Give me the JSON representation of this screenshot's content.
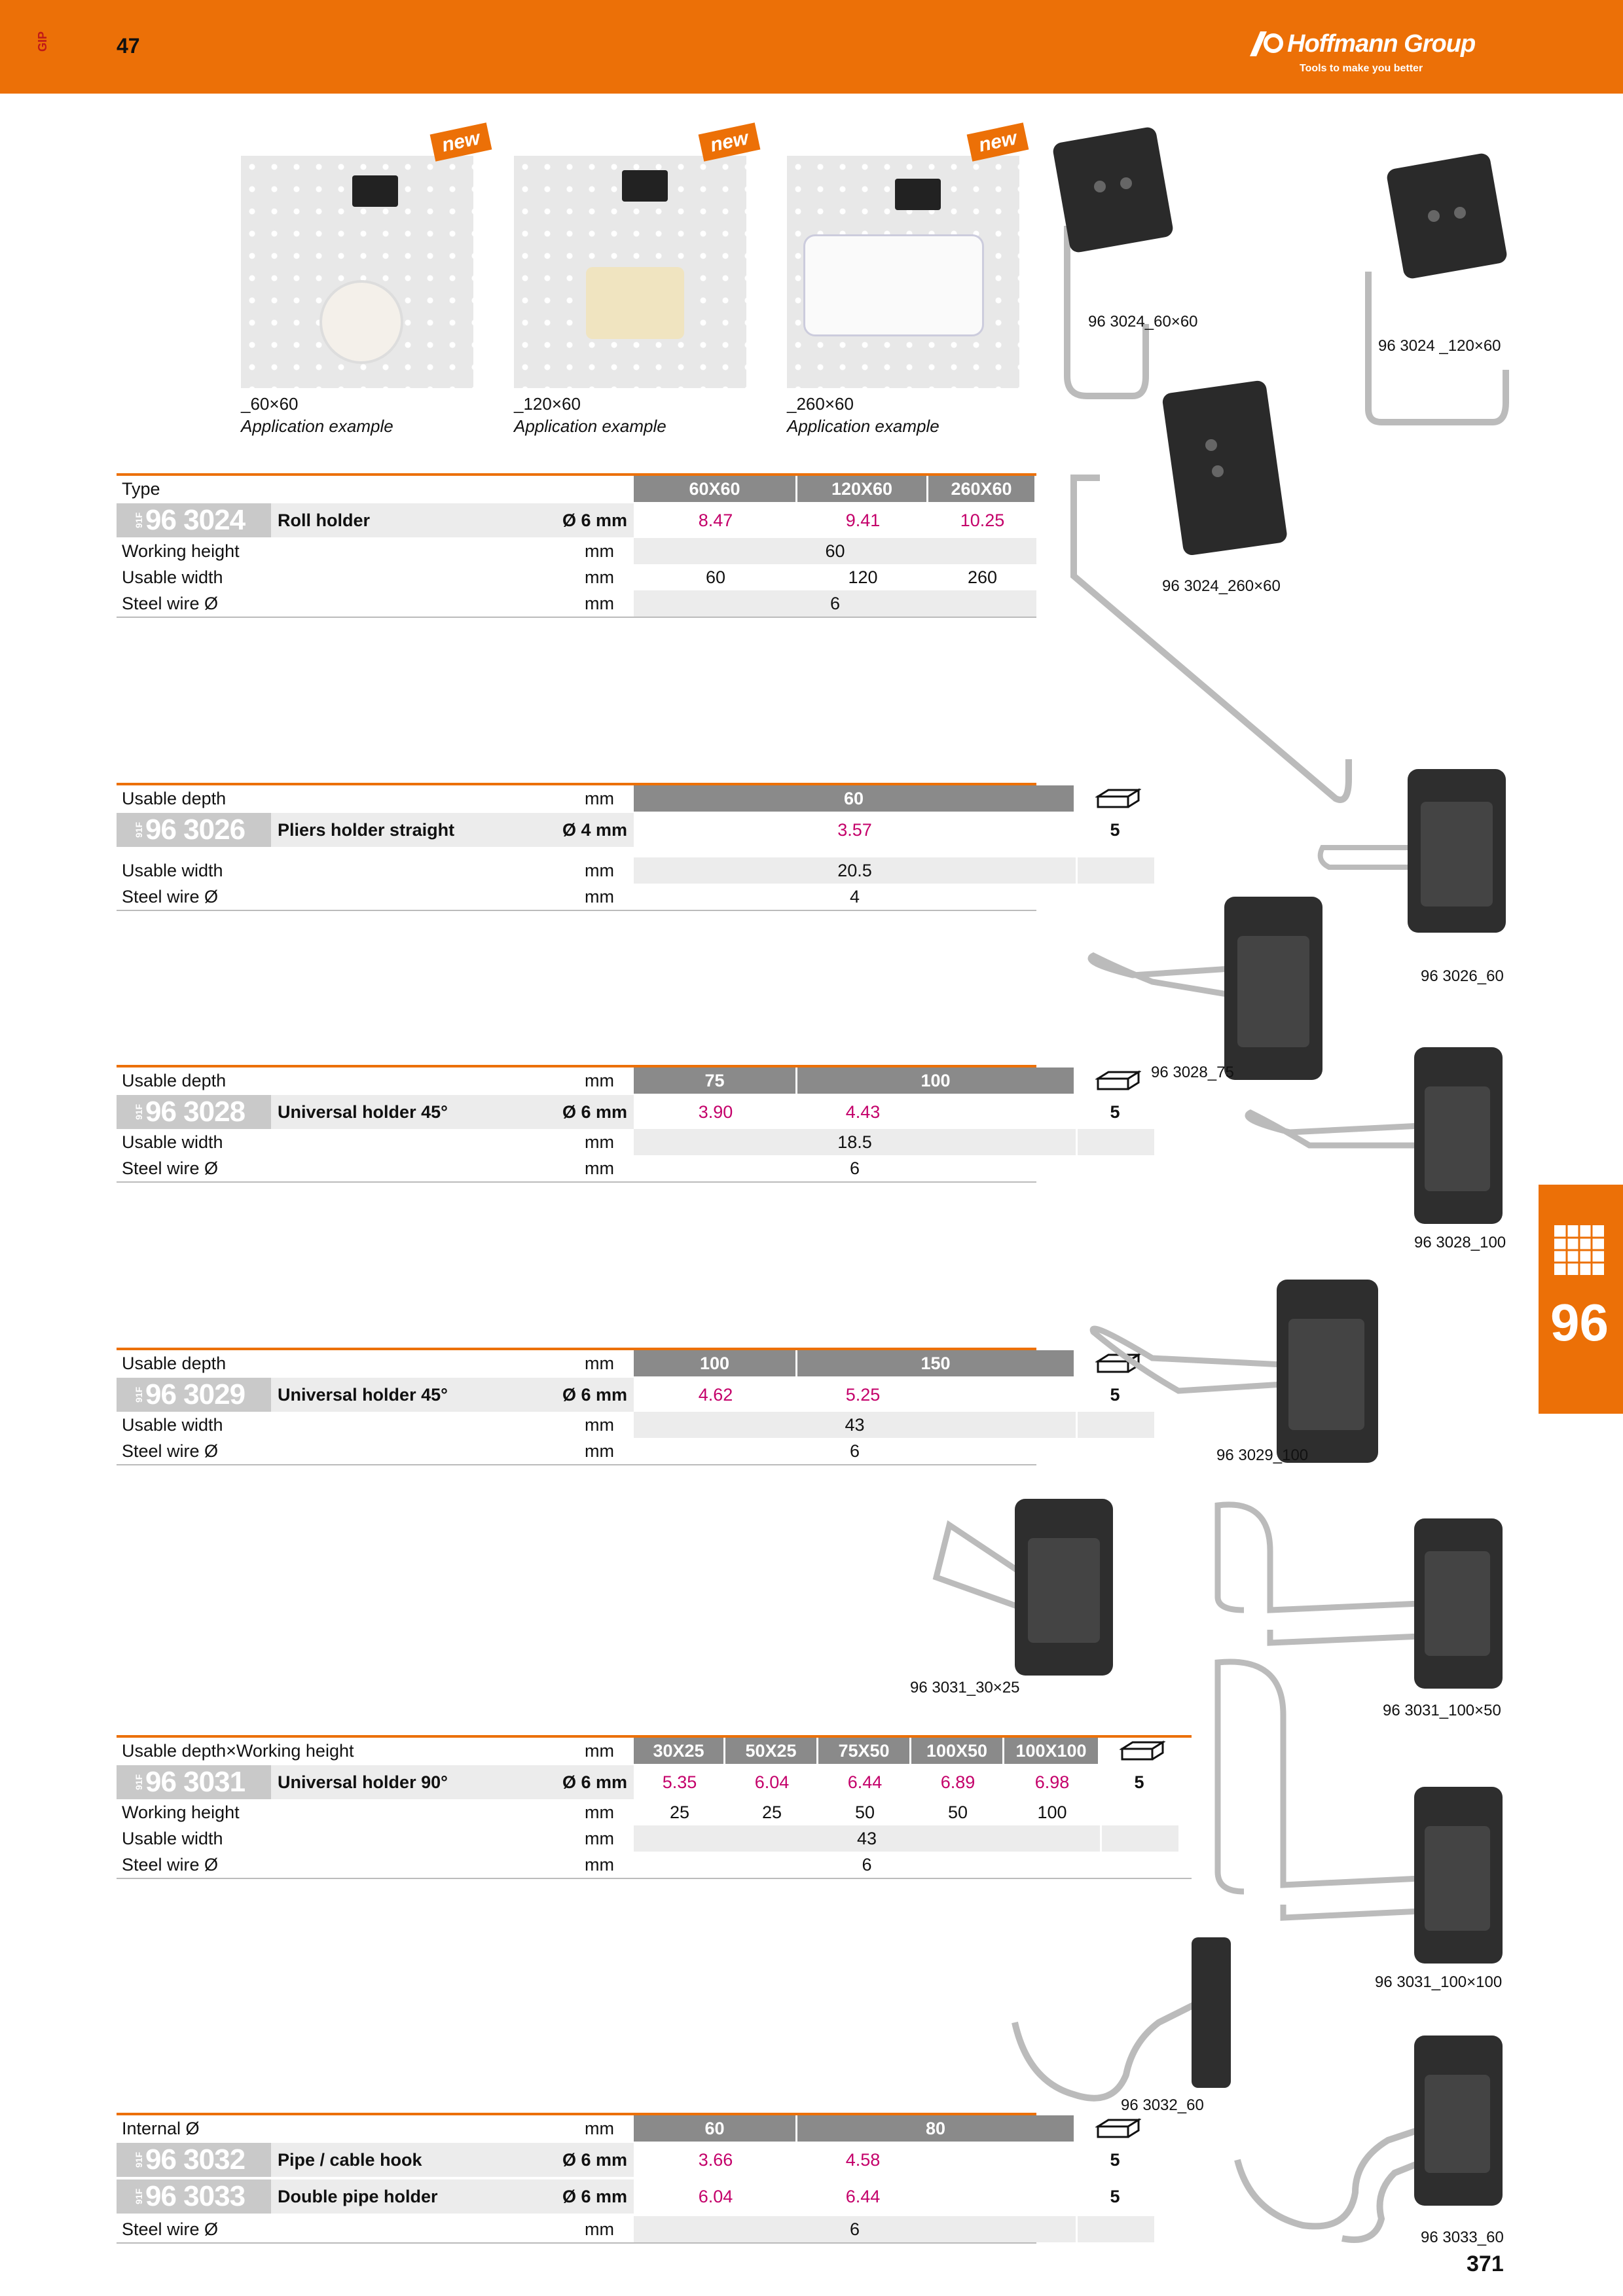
{
  "header": {
    "page_top": "47",
    "gip": "GIP",
    "brand": "Hoffmann Group",
    "tagline": "Tools to make you better"
  },
  "thumbs": [
    {
      "badge": "new",
      "size": "_60×60",
      "caption": "Application example"
    },
    {
      "badge": "new",
      "size": "_120×60",
      "caption": "Application example"
    },
    {
      "badge": "new",
      "size": "_260×60",
      "caption": "Application example"
    }
  ],
  "t3024": {
    "header_label": "Type",
    "cols": [
      "60X60",
      "120X60",
      "260X60"
    ],
    "art_prefix": "91F",
    "art": "96 3024",
    "name": "Roll holder",
    "dia": "Ø 6 mm",
    "prices": [
      "8.47",
      "9.41",
      "10.25"
    ],
    "rows": [
      {
        "label": "Working height",
        "unit": "mm",
        "values": [
          "60"
        ]
      },
      {
        "label": "Usable width",
        "unit": "mm",
        "values": [
          "60",
          "120",
          "260"
        ]
      },
      {
        "label": "Steel wire Ø",
        "unit": "mm",
        "values": [
          "6"
        ]
      }
    ]
  },
  "t3026": {
    "header_label": "Usable depth",
    "unit": "mm",
    "cols": [
      "60"
    ],
    "art_prefix": "91F",
    "art": "96 3026",
    "name": "Pliers holder straight",
    "dia": "Ø 4 mm",
    "prices": [
      "3.57"
    ],
    "pack": "5",
    "rows": [
      {
        "label": "Usable width",
        "unit": "mm",
        "value": "20.5"
      },
      {
        "label": "Steel wire Ø",
        "unit": "mm",
        "value": "4"
      }
    ]
  },
  "t3028": {
    "header_label": "Usable depth",
    "unit": "mm",
    "cols": [
      "75",
      "100"
    ],
    "art_prefix": "91F",
    "art": "96 3028",
    "name": "Universal holder 45°",
    "dia": "Ø 6 mm",
    "prices": [
      "3.90",
      "4.43"
    ],
    "pack": "5",
    "rows": [
      {
        "label": "Usable width",
        "unit": "mm",
        "value": "18.5"
      },
      {
        "label": "Steel wire Ø",
        "unit": "mm",
        "value": "6"
      }
    ]
  },
  "t3029": {
    "header_label": "Usable depth",
    "unit": "mm",
    "cols": [
      "100",
      "150"
    ],
    "art_prefix": "91F",
    "art": "96 3029",
    "name": "Universal holder 45°",
    "dia": "Ø 6 mm",
    "prices": [
      "4.62",
      "5.25"
    ],
    "pack": "5",
    "rows": [
      {
        "label": "Usable width",
        "unit": "mm",
        "value": "43"
      },
      {
        "label": "Steel wire Ø",
        "unit": "mm",
        "value": "6"
      }
    ]
  },
  "t3031": {
    "header_label": "Usable depth×Working height",
    "unit": "mm",
    "cols": [
      "30X25",
      "50X25",
      "75X50",
      "100X50",
      "100X100"
    ],
    "art_prefix": "91F",
    "art": "96 3031",
    "name": "Universal holder 90°",
    "dia": "Ø 6 mm",
    "prices": [
      "5.35",
      "6.04",
      "6.44",
      "6.89",
      "6.98"
    ],
    "pack": "5",
    "working_height": {
      "label": "Working height",
      "unit": "mm",
      "values": [
        "25",
        "25",
        "50",
        "50",
        "100"
      ]
    },
    "rows": [
      {
        "label": "Usable width",
        "unit": "mm",
        "value": "43"
      },
      {
        "label": "Steel wire Ø",
        "unit": "mm",
        "value": "6"
      }
    ]
  },
  "t3032": {
    "header_label": "Internal Ø",
    "unit": "mm",
    "cols": [
      "60",
      "80"
    ],
    "items": [
      {
        "art_prefix": "91F",
        "art": "96 3032",
        "name": "Pipe / cable hook",
        "dia": "Ø 6 mm",
        "prices": [
          "3.66",
          "4.58"
        ],
        "pack": "5"
      },
      {
        "art_prefix": "91F",
        "art": "96 3033",
        "name": "Double pipe holder",
        "dia": "Ø 6 mm",
        "prices": [
          "6.04",
          "6.44"
        ],
        "pack": "5"
      }
    ],
    "rows": [
      {
        "label": "Steel wire Ø",
        "unit": "mm",
        "value": "6"
      }
    ]
  },
  "product_labels": {
    "p1": "96 3024_60×60",
    "p2": "96 3024 _120×60",
    "p3": "96 3024_260×60",
    "p4": "96 3026_60",
    "p5": "96 3028_75",
    "p6": "96 3028_100",
    "p7": "96 3029_100",
    "p8": "96 3031_30×25",
    "p9": "96 3031_100×50",
    "p10": "96 3031_100×100",
    "p11": "96 3032_60",
    "p12": "96 3033_60"
  },
  "side_tab": "96",
  "page_number": "371",
  "colors": {
    "accent": "#ec7007",
    "price": "#c4006a",
    "header_cell": "#8a8a8a"
  }
}
